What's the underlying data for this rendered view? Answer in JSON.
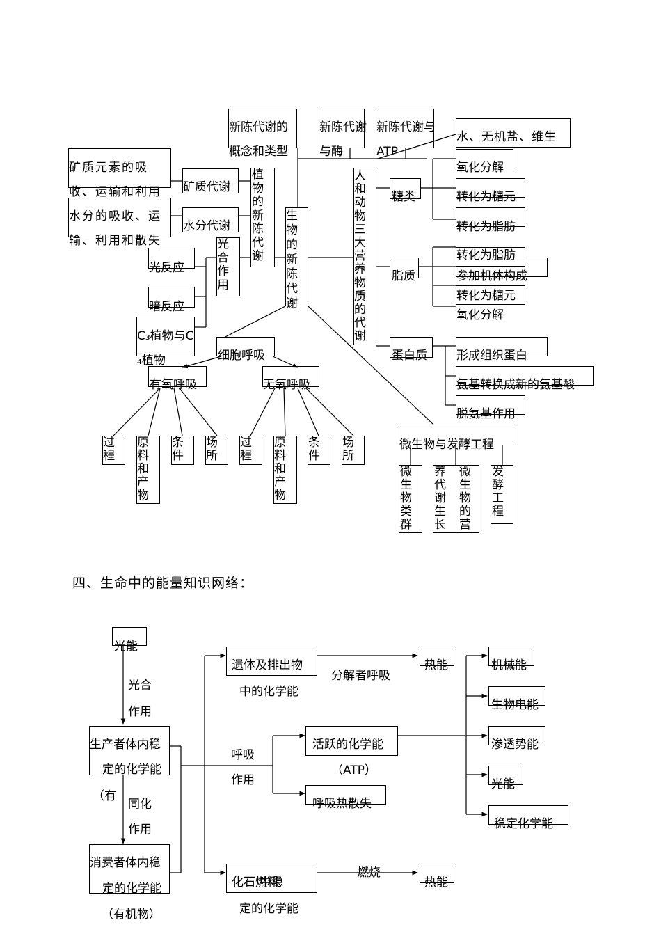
{
  "metabolism": {
    "top_boxes": {
      "concept_types": "新陈代谢的概念和类型",
      "metab_enzyme": "新陈代谢与酶",
      "metab_atp": "新陈代谢与ATP"
    },
    "mineral_box": "矿质元素的吸收、运输和利用",
    "water_box": "水分的吸收、运输、利用和散失",
    "mineral_metab": "矿质代谢",
    "water_metab": "水分代谢",
    "plant_metab": "植物的新陈代谢",
    "bio_metab": "生物的新陈代谢",
    "photosynthesis": "光合作用",
    "light_reaction": "光反应",
    "dark_reaction": "暗反应",
    "c3_c4": "C₃植物与C₄植物",
    "human_animal": "人和动物三大营养物质的代谢",
    "sugar": "糖类",
    "fat": "脂质",
    "protein": "蛋白质",
    "water_mineral_vit": "水、无机盐、维生",
    "sugar_items": [
      "氧化分解",
      "转化为糖元",
      "转化为脂肪"
    ],
    "fat_items": [
      "转化为脂肪",
      "参加机体构成",
      "转化为糖元",
      "氧化分解"
    ],
    "protein_items": [
      "形成组织蛋白",
      "氨基转换成新的氨基酸",
      "脱氨基作用"
    ],
    "cell_resp": "细胞呼吸",
    "aerobic": "有氧呼吸",
    "anaerobic": "无氧呼吸",
    "resp_items": [
      "过程",
      "原料和产物",
      "条件",
      "场所"
    ],
    "microbe": "微生物与发酵工程",
    "microbe_items": [
      "微生物类群",
      "微生物的营养代谢生长",
      "发酵工程"
    ]
  },
  "section_heading": "四、生命中的能量知识网络：",
  "energy": {
    "light": "光能",
    "photo_label_1": "光合",
    "photo_label_2": "作用",
    "producer_1": "生产者体内稳",
    "producer_2": "定的化学能",
    "paren_organic": "（有",
    "assim_1": "同化",
    "assim_2": "作用",
    "consumer_1": "消费者体内稳",
    "consumer_2": "定的化学能",
    "organic_matter": "（有机物）",
    "remains_1": "遗体及排出物",
    "remains_2": "中的化学能",
    "decomposer": "分解者呼吸",
    "heat_top": "热能",
    "resp_label_1": "呼吸",
    "resp_label_2": "作用",
    "active_chem": "活跃的化学能",
    "atp_label": "（ATP）",
    "resp_heat": "呼吸热散失",
    "fossil_1": "化石燃料",
    "fossil_overprint": "中稳",
    "fossil_2": "定的化学能",
    "burn": "燃烧",
    "heat_bottom": "热能",
    "uses": [
      "机械能",
      "生物电能",
      "渗透势能",
      "光能",
      "稳定化学能"
    ]
  }
}
